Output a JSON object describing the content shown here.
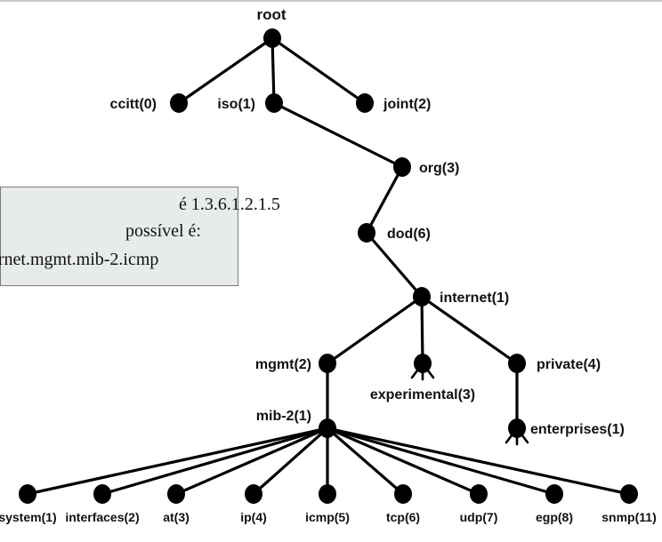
{
  "tree": {
    "nodes": [
      {
        "id": "root",
        "label": "root"
      },
      {
        "id": "ccitt",
        "label": "ccitt(0)"
      },
      {
        "id": "iso",
        "label": "iso(1)"
      },
      {
        "id": "joint",
        "label": "joint(2)"
      },
      {
        "id": "org",
        "label": "org(3)"
      },
      {
        "id": "dod",
        "label": "dod(6)"
      },
      {
        "id": "internet",
        "label": "internet(1)"
      },
      {
        "id": "mgmt",
        "label": "mgmt(2)"
      },
      {
        "id": "experimental",
        "label": "experimental(3)"
      },
      {
        "id": "private",
        "label": "private(4)"
      },
      {
        "id": "mib2",
        "label": "mib-2(1)"
      },
      {
        "id": "enterprises",
        "label": "enterprises(1)"
      },
      {
        "id": "system",
        "label": "system(1)"
      },
      {
        "id": "interfaces",
        "label": "interfaces(2)"
      },
      {
        "id": "at",
        "label": "at(3)"
      },
      {
        "id": "ip",
        "label": "ip(4)"
      },
      {
        "id": "icmp",
        "label": "icmp(5)"
      },
      {
        "id": "tcp",
        "label": "tcp(6)"
      },
      {
        "id": "udp",
        "label": "udp(7)"
      },
      {
        "id": "egp",
        "label": "egp(8)"
      },
      {
        "id": "snmp",
        "label": "snmp(11)"
      }
    ],
    "edges": [
      [
        "root",
        "ccitt"
      ],
      [
        "root",
        "iso"
      ],
      [
        "root",
        "joint"
      ],
      [
        "iso",
        "org"
      ],
      [
        "org",
        "dod"
      ],
      [
        "dod",
        "internet"
      ],
      [
        "internet",
        "mgmt"
      ],
      [
        "internet",
        "experimental"
      ],
      [
        "internet",
        "private"
      ],
      [
        "mgmt",
        "mib2"
      ],
      [
        "private",
        "enterprises"
      ],
      [
        "mib2",
        "system"
      ],
      [
        "mib2",
        "interfaces"
      ],
      [
        "mib2",
        "at"
      ],
      [
        "mib2",
        "ip"
      ],
      [
        "mib2",
        "icmp"
      ],
      [
        "mib2",
        "tcp"
      ],
      [
        "mib2",
        "udp"
      ],
      [
        "mib2",
        "egp"
      ],
      [
        "mib2",
        "snmp"
      ]
    ]
  },
  "callout": {
    "line1": "é 1.3.6.1.2.1.5",
    "line2": "possível é:",
    "line3": "ernet.mgmt.mib-2.icmp"
  }
}
